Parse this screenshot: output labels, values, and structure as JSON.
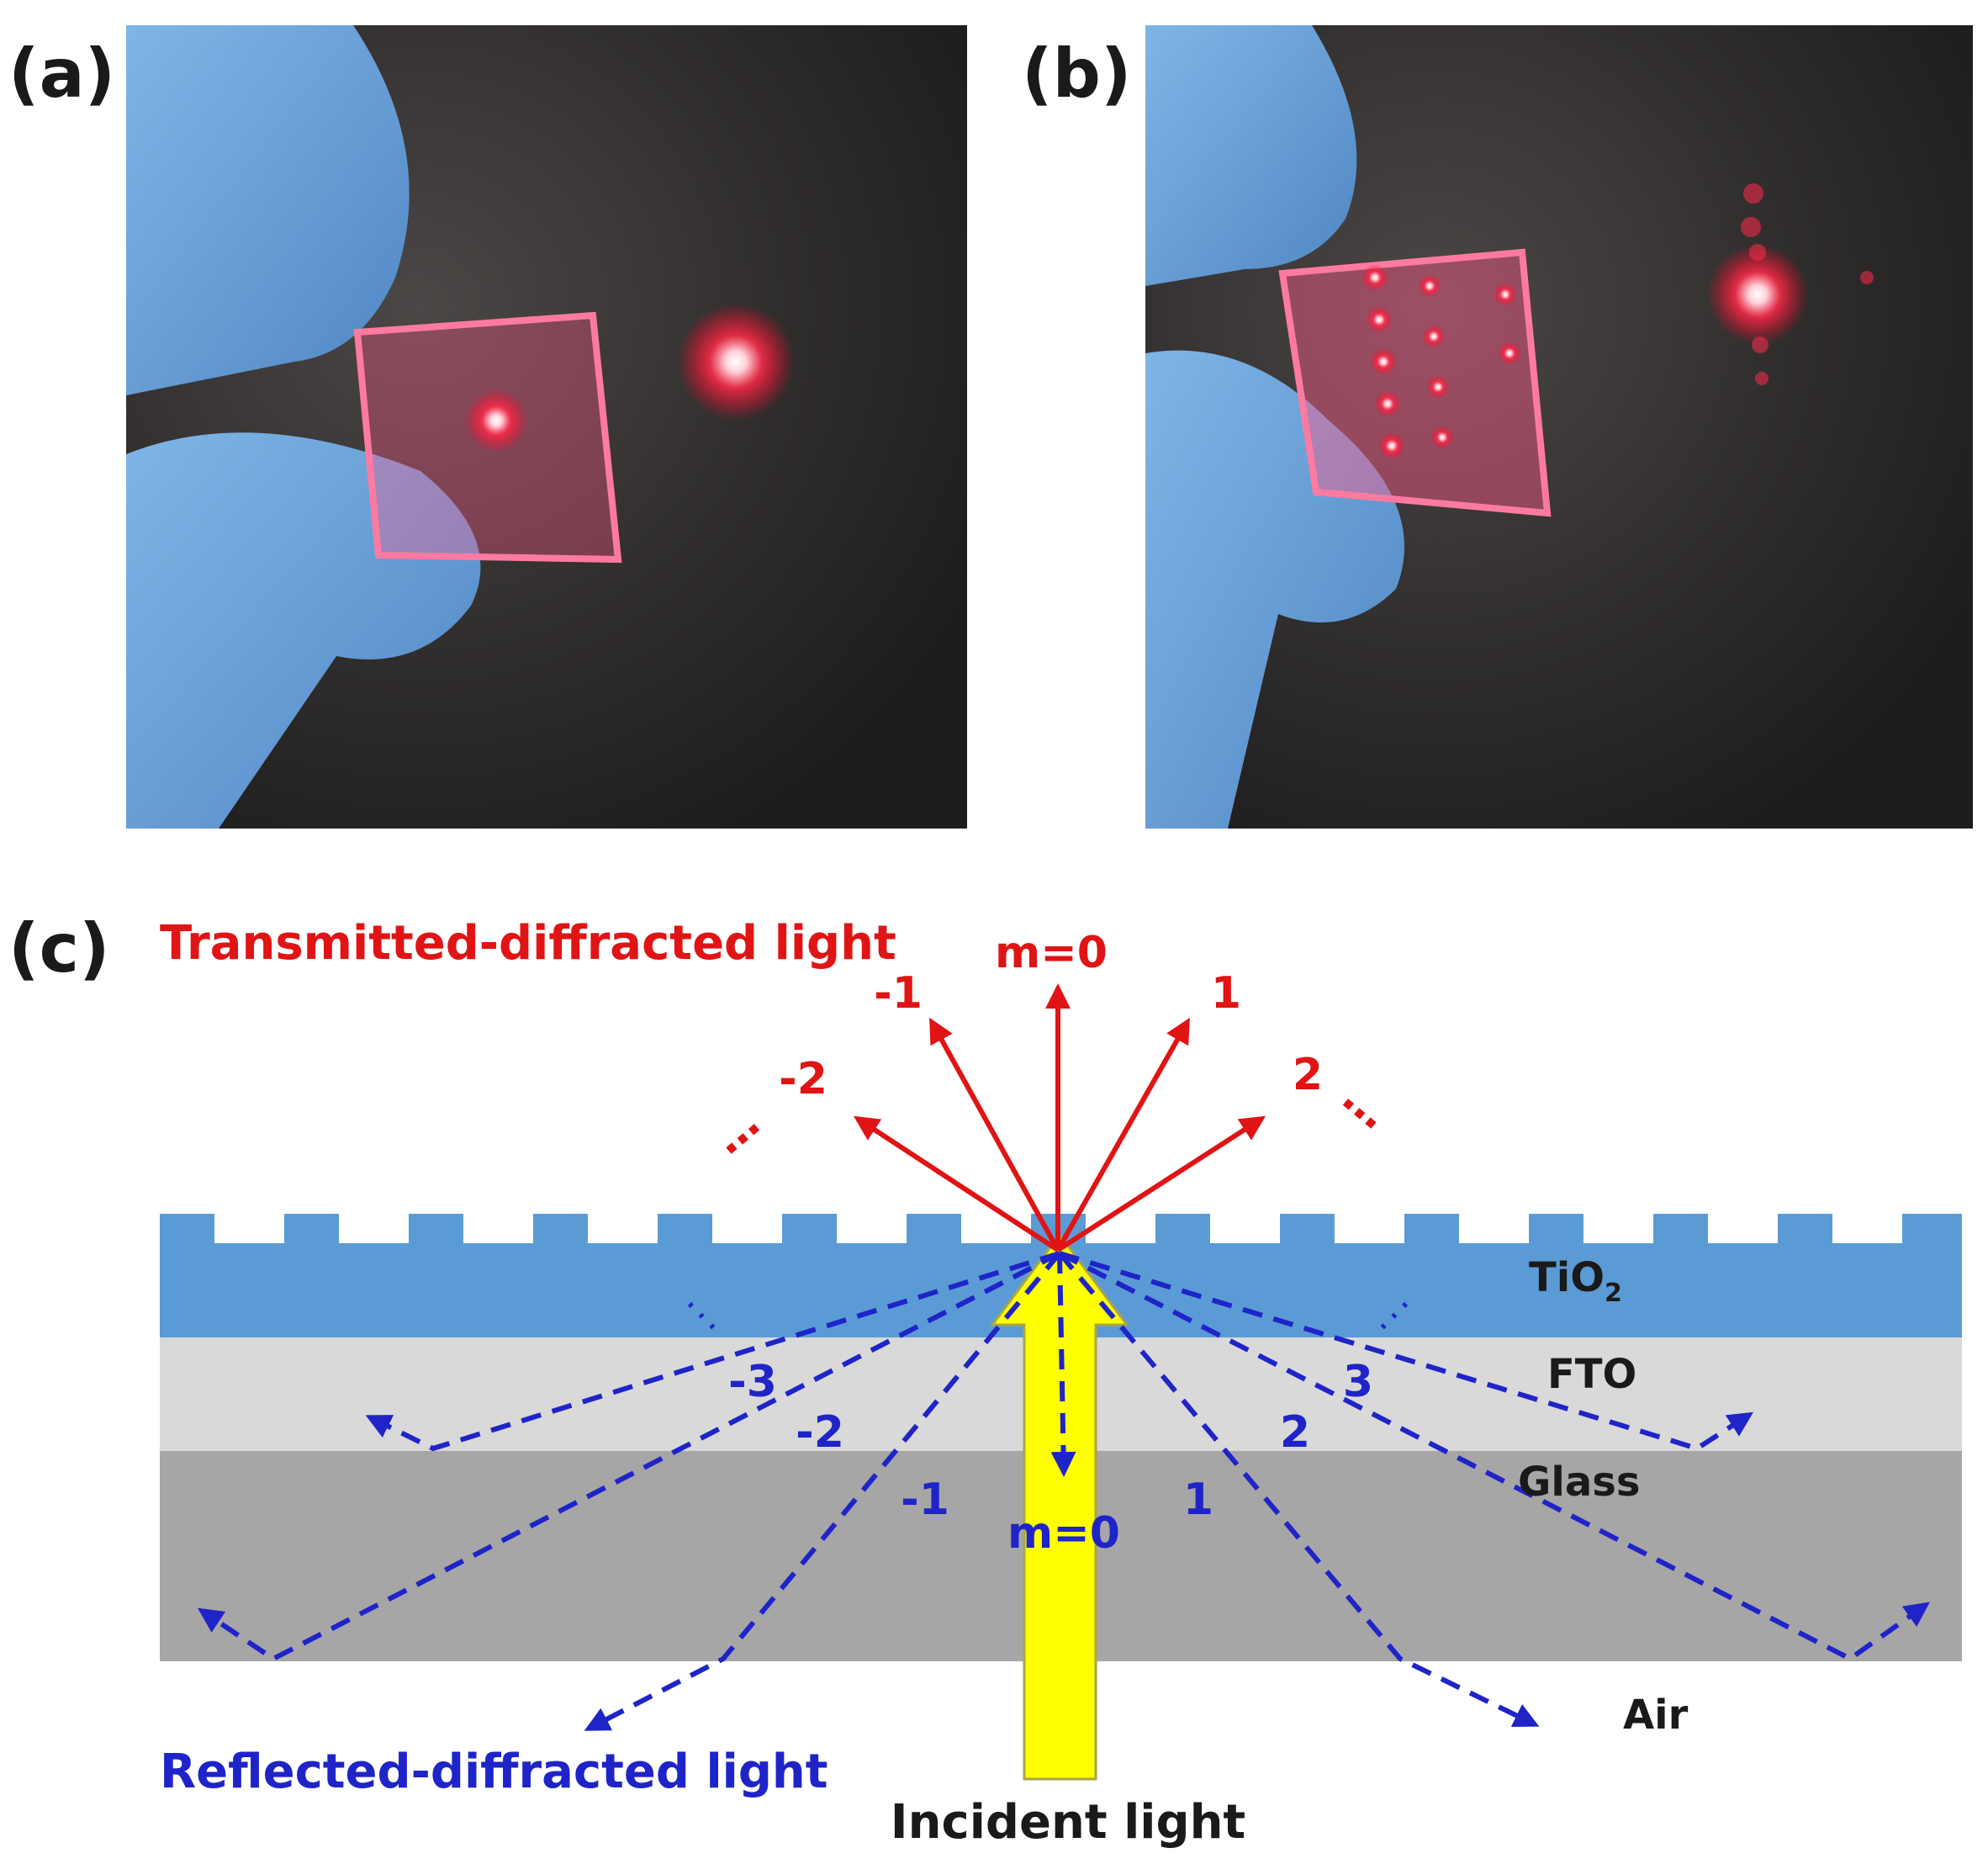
{
  "panels": {
    "a": {
      "label": "(a)"
    },
    "b": {
      "label": "(b)"
    },
    "c": {
      "label": "(c)"
    }
  },
  "diagram": {
    "transmitted_title": "Transmitted-diffracted light",
    "reflected_title": "Reflected-diffracted light",
    "incident_label": "Incident light",
    "air_label": "Air",
    "layers": {
      "tio2_main": "TiO",
      "tio2_sub": "2",
      "fto": "FTO",
      "glass": "Glass"
    },
    "transmitted_orders": {
      "m0": "m=0",
      "pos1": "1",
      "neg1": "-1",
      "pos2": "2",
      "neg2": "-2",
      "ellipsis": "…"
    },
    "reflected_orders": {
      "m0": "m=0",
      "pos1": "1",
      "neg1": "-1",
      "pos2": "2",
      "neg2": "-2",
      "pos3": "3",
      "neg3": "-3"
    },
    "colors": {
      "red": "#e01414",
      "blue": "#1f24c8",
      "tio2": "#5b9bd5",
      "fto": "#d9d9d9",
      "glass": "#a6a6a6",
      "incident": "#ffff00"
    }
  }
}
